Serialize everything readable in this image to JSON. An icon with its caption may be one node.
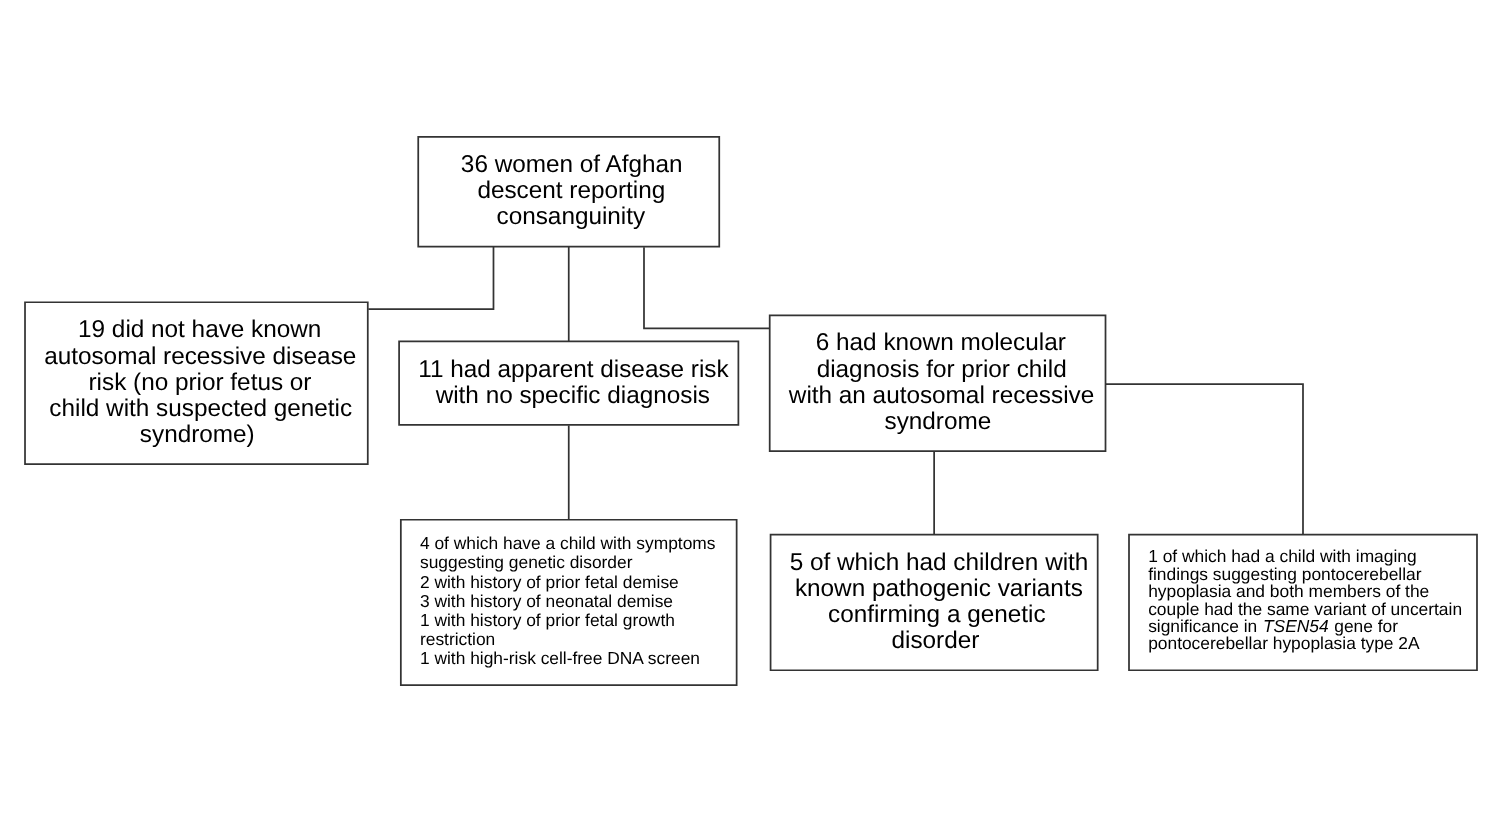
{
  "diagram": {
    "nodes": [
      {
        "text": [
          "36 women of Afghan descent reporting consanguinity"
        ]
      },
      {
        "text": [
          "19 did not have known autosomal recessive disease risk (no prior fetus or child with suspected genetic syndrome)"
        ]
      },
      {
        "text": [
          "11 had apparent disease risk with no specific diagnosis"
        ]
      },
      {
        "text": [
          "6 had known molecular diagnosis for prior child with an autosomal recessive syndrome"
        ]
      },
      {
        "text": [
          "4 of which have a child with symptoms suggesting genetic disorder",
          "2 with history of prior fetal demise",
          "3 with history of neonatal demise",
          "1 with history of prior fetal growth restriction",
          "1 with high-risk cell-free DNA screen"
        ]
      },
      {
        "text": [
          "5 of which had children with known pathogenic variants confirming a genetic disorder"
        ]
      },
      {
        "text": [
          "1 of which had a child with imaging findings suggesting pontocerebellar hypoplasia and both members of the couple had the same variant of uncertain significance in *TSEN54* gene for pontocerebellar hypoplasia type 2A"
        ]
      }
    ],
    "edges": [
      {
        "from": 0,
        "to": 1,
        "arrow": "none"
      },
      {
        "from": 0,
        "to": 2,
        "arrow": "none"
      },
      {
        "from": 0,
        "to": 3,
        "arrow": "none"
      },
      {
        "from": 2,
        "to": 4,
        "arrow": "none"
      },
      {
        "from": 3,
        "to": 5,
        "arrow": "none"
      },
      {
        "from": 3,
        "to": 6,
        "arrow": "none"
      }
    ]
  }
}
